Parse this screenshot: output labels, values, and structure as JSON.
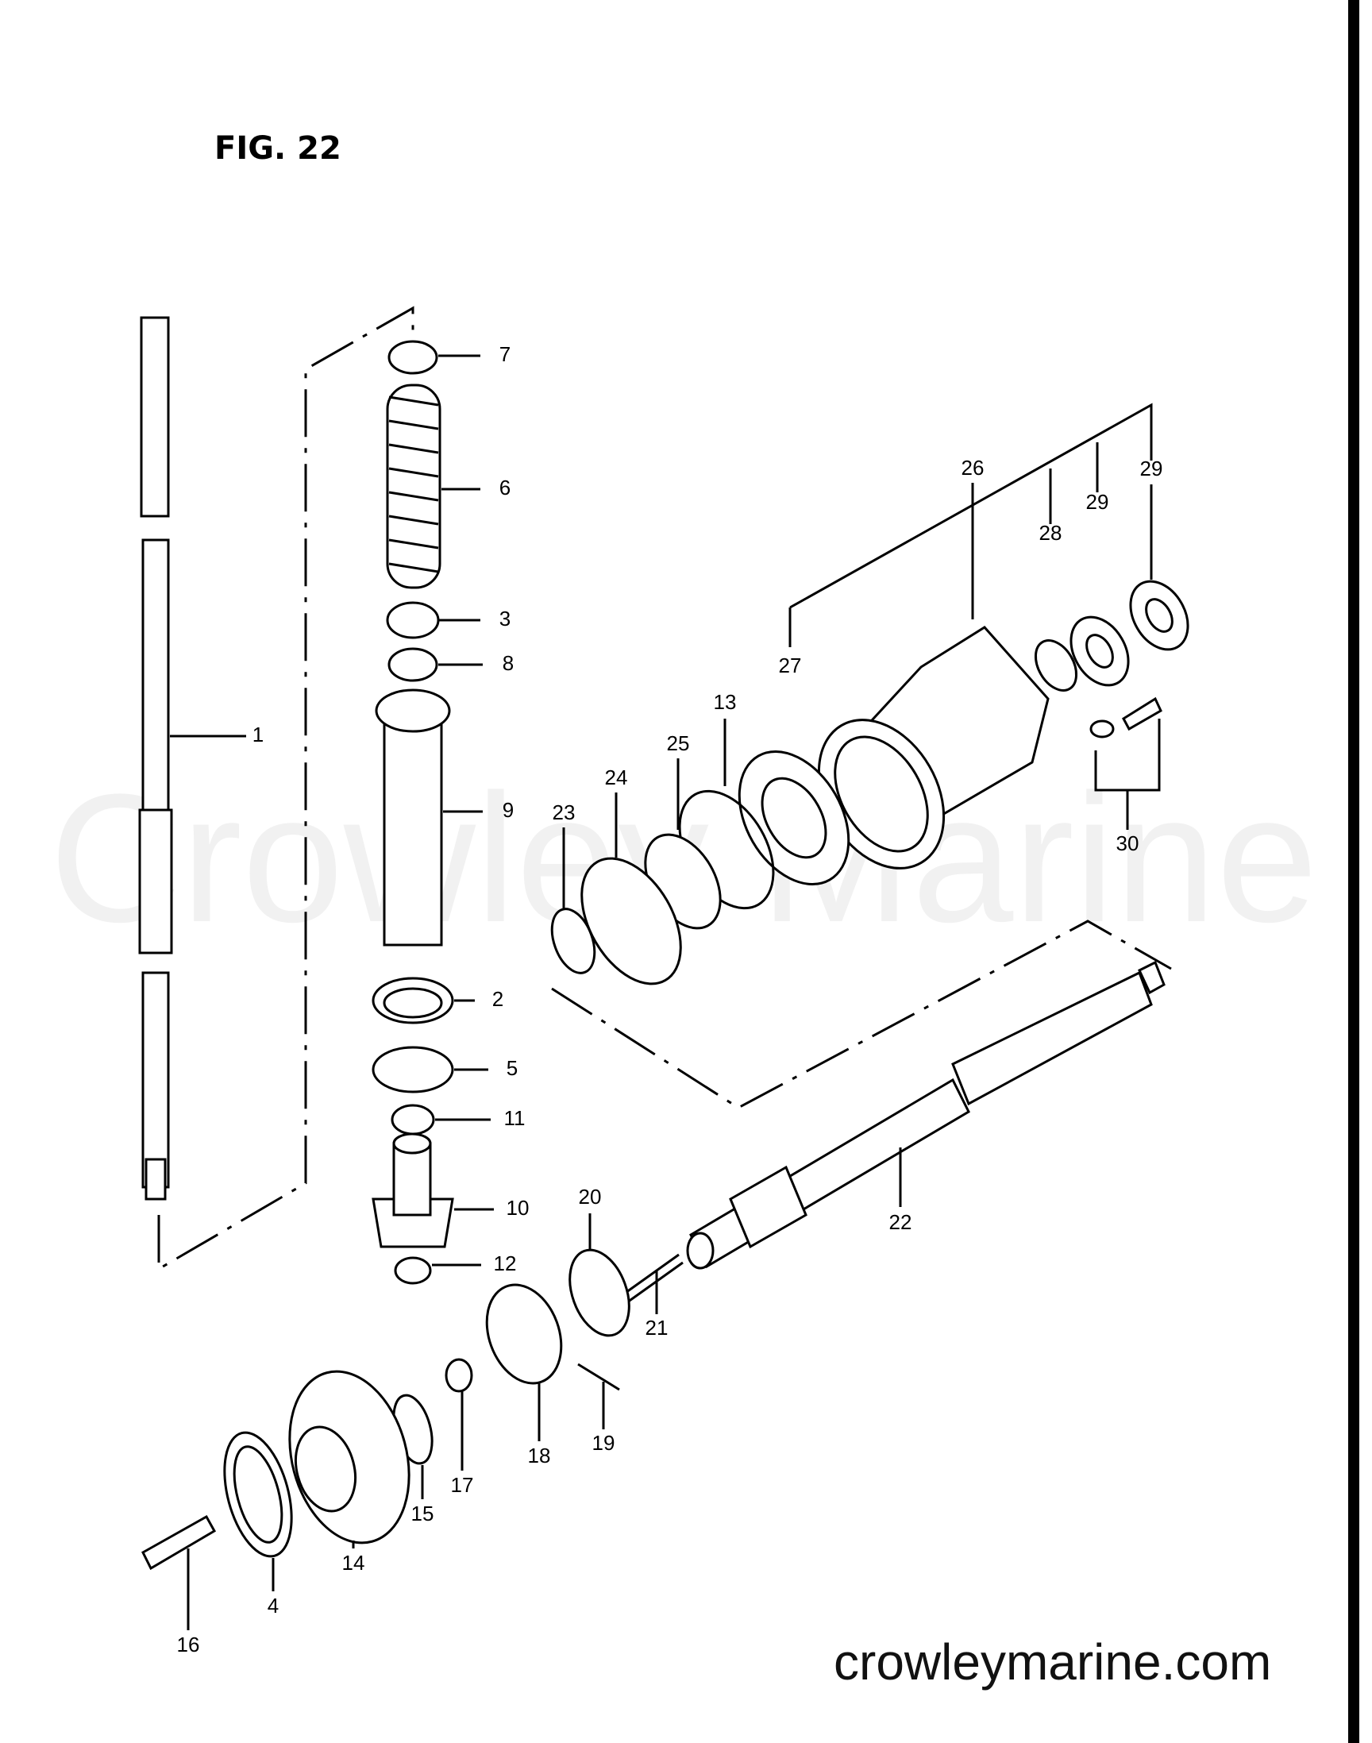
{
  "figure_title": "FIG. 22",
  "watermark": "Crowley Marine",
  "website": "crowleymarine.com",
  "callouts": {
    "c1": "1",
    "c2": "2",
    "c3": "3",
    "c4": "4",
    "c5": "5",
    "c6": "6",
    "c7": "7",
    "c8": "8",
    "c9": "9",
    "c10": "10",
    "c11": "11",
    "c12": "12",
    "c13": "13",
    "c14": "14",
    "c15": "15",
    "c16": "16",
    "c17": "17",
    "c18": "18",
    "c19": "19",
    "c20": "20",
    "c21": "21",
    "c22": "22",
    "c23": "23",
    "c24": "24",
    "c25": "25",
    "c26": "26",
    "c27": "27",
    "c28": "28",
    "c29a": "29",
    "c29b": "29",
    "c30": "30"
  }
}
